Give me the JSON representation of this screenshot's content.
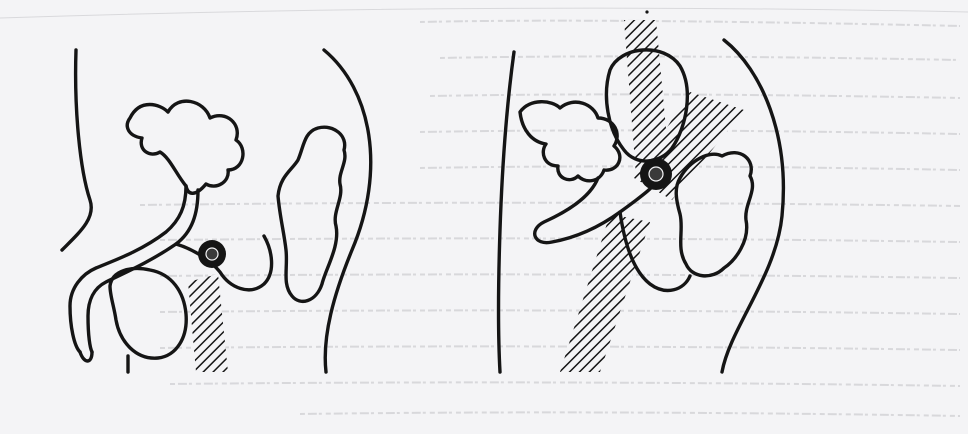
{
  "figure": {
    "panels": [
      {
        "id": "left",
        "view": "sagittal-section-male"
      },
      {
        "id": "right",
        "view": "sagittal-section-female"
      }
    ],
    "colors": {
      "paper": "#f4f4f6",
      "ink": "#151515",
      "bleed_text": "#c9c9cd"
    }
  }
}
